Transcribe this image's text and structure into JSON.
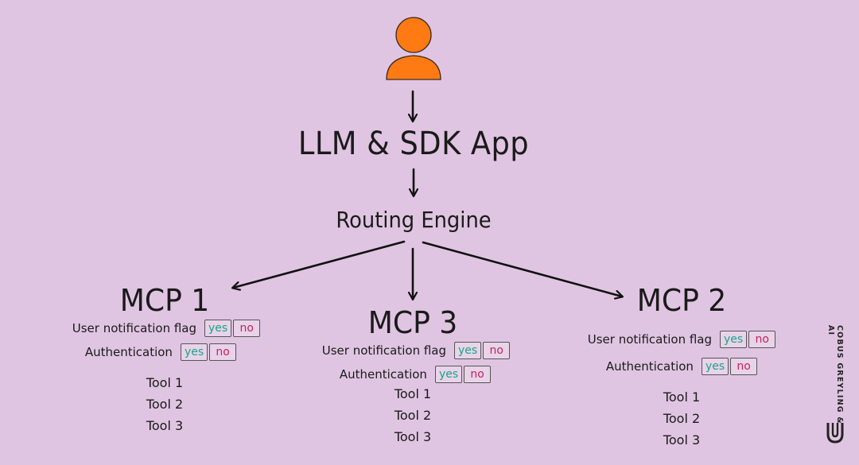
{
  "nodes": {
    "app": "LLM & SDK App",
    "router": "Routing Engine"
  },
  "options": {
    "notification_label": "User notification flag",
    "auth_label": "Authentication",
    "yes": "yes",
    "no": "no"
  },
  "servers": [
    {
      "title": "MCP 1",
      "tools": [
        "Tool 1",
        "Tool 2",
        "Tool 3"
      ]
    },
    {
      "title": "MCP 3",
      "tools": [
        "Tool 1",
        "Tool 2",
        "Tool 3"
      ]
    },
    {
      "title": "MCP 2",
      "tools": [
        "Tool 1",
        "Tool 2",
        "Tool 3"
      ]
    }
  ],
  "branding": {
    "name": "COBUS GREYLING & AI"
  },
  "colors": {
    "background": "#e0c5e2",
    "user_icon": "#ff7a12",
    "yes": "#19a58a",
    "no": "#c4245c"
  },
  "icons": {
    "user": "user-icon",
    "logo": "cobus-greyling-logo-icon"
  }
}
